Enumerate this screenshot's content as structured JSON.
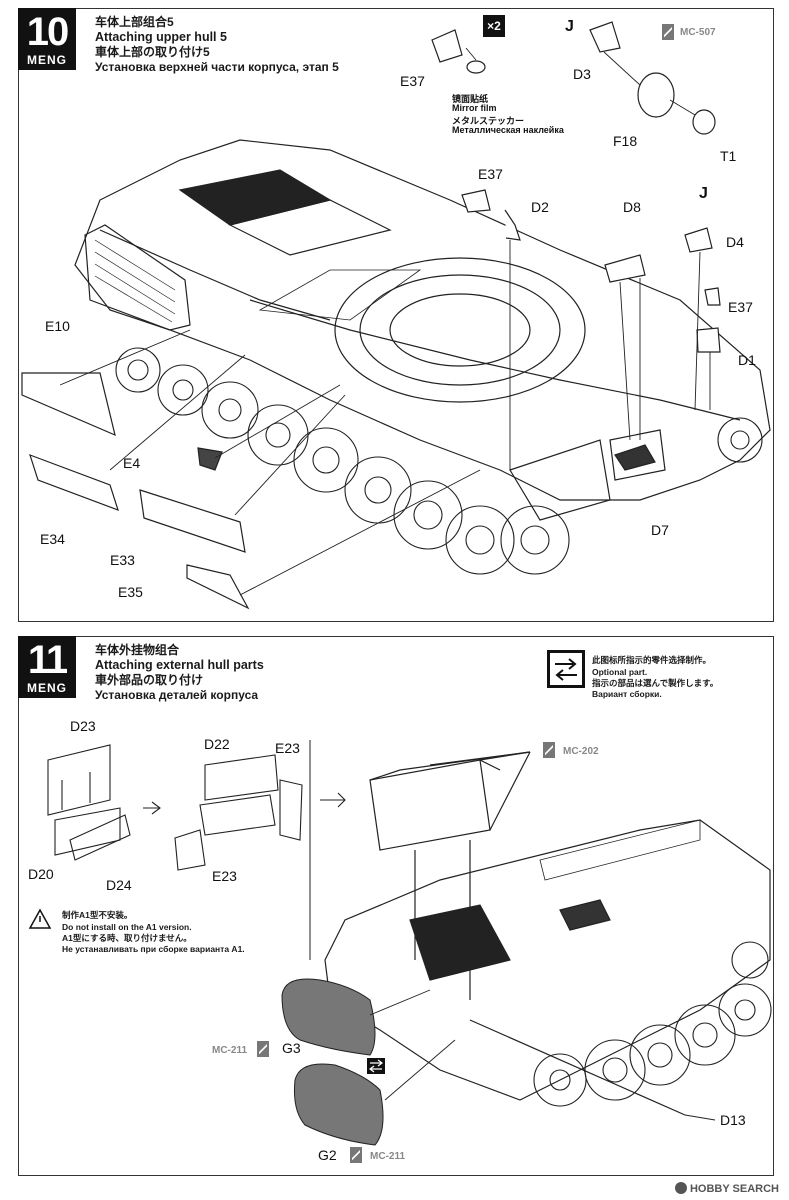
{
  "step10": {
    "number": "10",
    "brand": "MENG",
    "title_cn": "车体上部组合5",
    "title_en": "Attaching upper hull 5",
    "title_jp": "車体上部の取り付け5",
    "title_ru": "Установка верхней части корпуса, этап 5",
    "qty_badge": "×2",
    "film_cn": "镜面贴纸",
    "film_en": "Mirror film",
    "film_jp": "メタルステッカー",
    "film_ru": "Металлическая наклейка",
    "paint_code": "MC-507",
    "j_mark_1": "J",
    "j_mark_2": "J",
    "parts": {
      "e37_top": "E37",
      "d3": "D3",
      "f18": "F18",
      "t1": "T1",
      "e37_mid": "E37",
      "d2": "D2",
      "d8": "D8",
      "d4": "D4",
      "e37_right": "E37",
      "d1": "D1",
      "e10": "E10",
      "e4": "E4",
      "e34": "E34",
      "e33": "E33",
      "e35": "E35",
      "d7": "D7"
    }
  },
  "step11": {
    "number": "11",
    "brand": "MENG",
    "title_cn": "车体外挂物组合",
    "title_en": "Attaching external hull parts",
    "title_jp": "車外部品の取り付け",
    "title_ru": "Установка деталей корпуса",
    "optional_cn": "此图标所指示的零件选择制作。",
    "optional_en": "Optional part.",
    "optional_jp": "指示の部品は選んで製作します。",
    "optional_ru": "Вариант сборки.",
    "warning_cn": "制作A1型不安装。",
    "warning_en": "Do not install on the A1 version.",
    "warning_jp": "A1型にする時、取り付けません。",
    "warning_ru": "Не устанавливать при сборке варианта A1.",
    "paint_box": "MC-202",
    "paint_g3": "MC-211",
    "paint_g2": "MC-211",
    "parts": {
      "d23": "D23",
      "d20": "D20",
      "d24": "D24",
      "d22": "D22",
      "e23_top": "E23",
      "e23_bottom": "E23",
      "g3": "G3",
      "g2": "G2",
      "d13": "D13"
    }
  },
  "watermark": "HOBBY SEARCH"
}
